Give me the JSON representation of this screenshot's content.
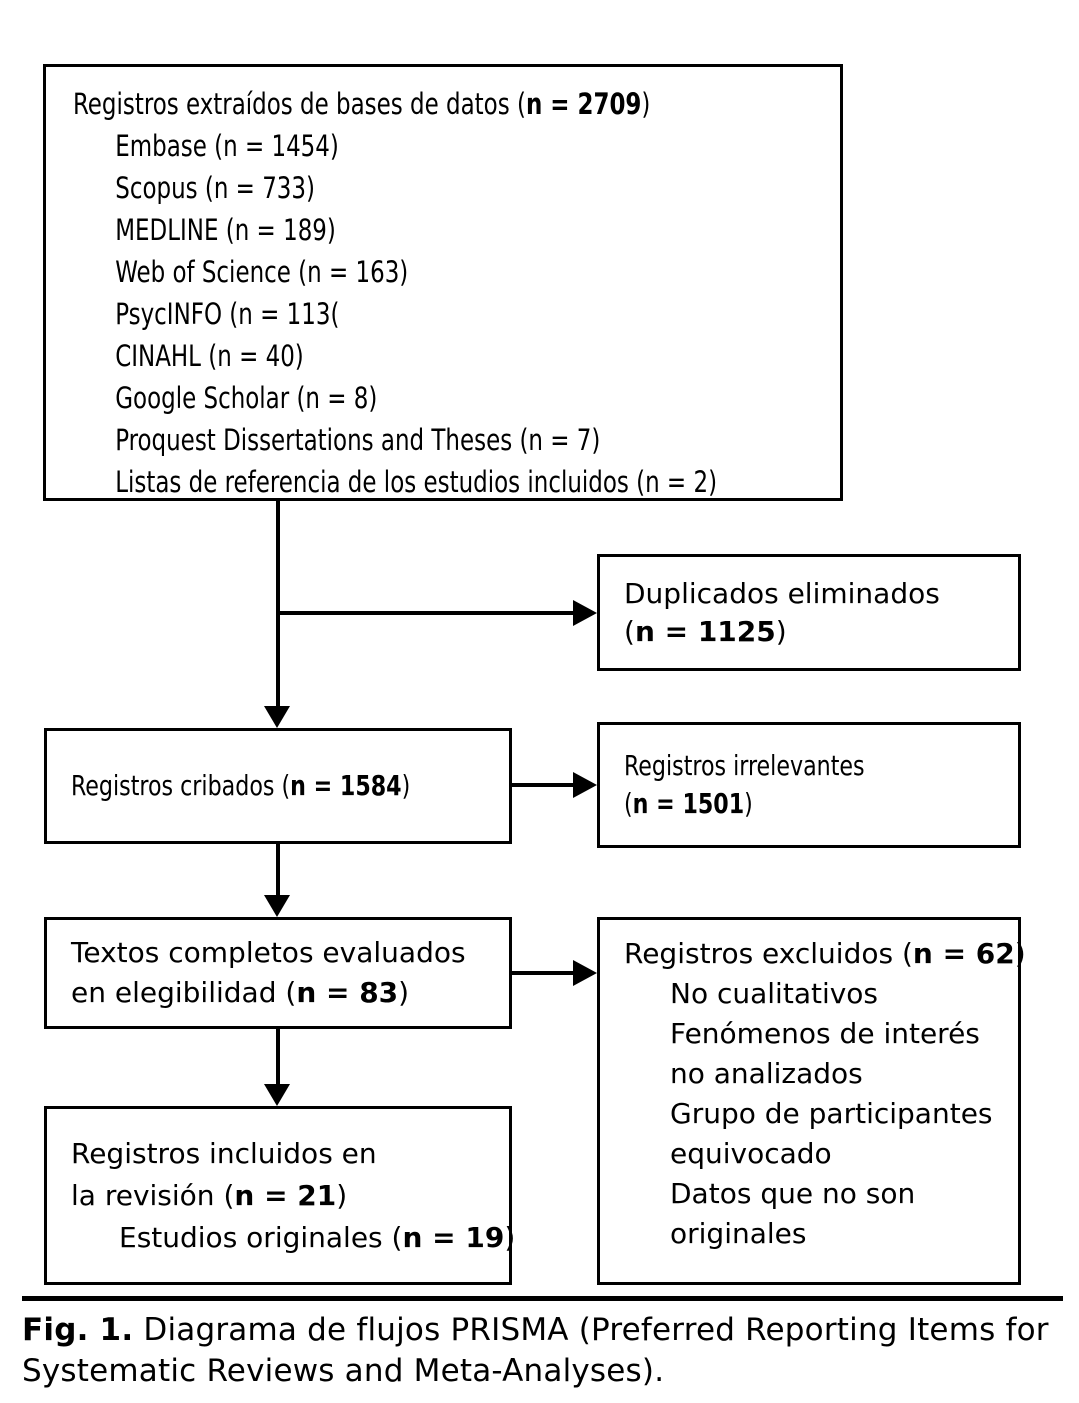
{
  "figure": {
    "label": "Fig. 1.",
    "caption": "Diagrama de flujos PRISMA (Preferred Reporting Items for Systematic Reviews and Meta-Analyses)."
  },
  "boxes": {
    "sources": {
      "heading_text": "Registros extraídos de bases de datos (",
      "heading_n": "n = 2709",
      "heading_close": ")",
      "items": [
        "Embase (n = 1454)",
        "Scopus (n = 733)",
        "MEDLINE (n = 189)",
        "Web of Science (n = 163)",
        "PsycINFO (n = 113(",
        "CINAHL (n = 40)",
        "Google Scholar (n = 8)",
        "Proquest Dissertations and Theses (n = 7)",
        "Listas de referencia de los estudios incluidos (n = 2)"
      ]
    },
    "duplicates": {
      "line1": "Duplicados eliminados",
      "n": "n = 1125",
      "open": "(",
      "close": ")"
    },
    "screened": {
      "text": "Registros cribados (",
      "n": "n = 1584",
      "close": ")"
    },
    "irrelevant": {
      "line1": "Registros irrelevantes",
      "open": "(",
      "n": "n = 1501",
      "close": ")"
    },
    "fulltext": {
      "line1": "Textos completos evaluados",
      "line2_pre": "en elegibilidad (",
      "n": "n = 83",
      "close": ")"
    },
    "excluded": {
      "heading_pre": "Registros excluidos (",
      "n": "n = 62",
      "close": ")",
      "reasons": [
        "No cualitativos",
        "Fenómenos de interés",
        "no analizados",
        "Grupo de participantes",
        "equivocado",
        "Datos que no son",
        "originales"
      ]
    },
    "included": {
      "line1": "Registros incluidos en",
      "line2_pre": "la revisión (",
      "n2": "n = 21",
      "close2": ")",
      "line3_pre": "Estudios originales (",
      "n3": "n = 19",
      "close3": ")"
    }
  },
  "colors": {
    "stroke": "#000000",
    "background": "#ffffff",
    "text": "#000000"
  }
}
